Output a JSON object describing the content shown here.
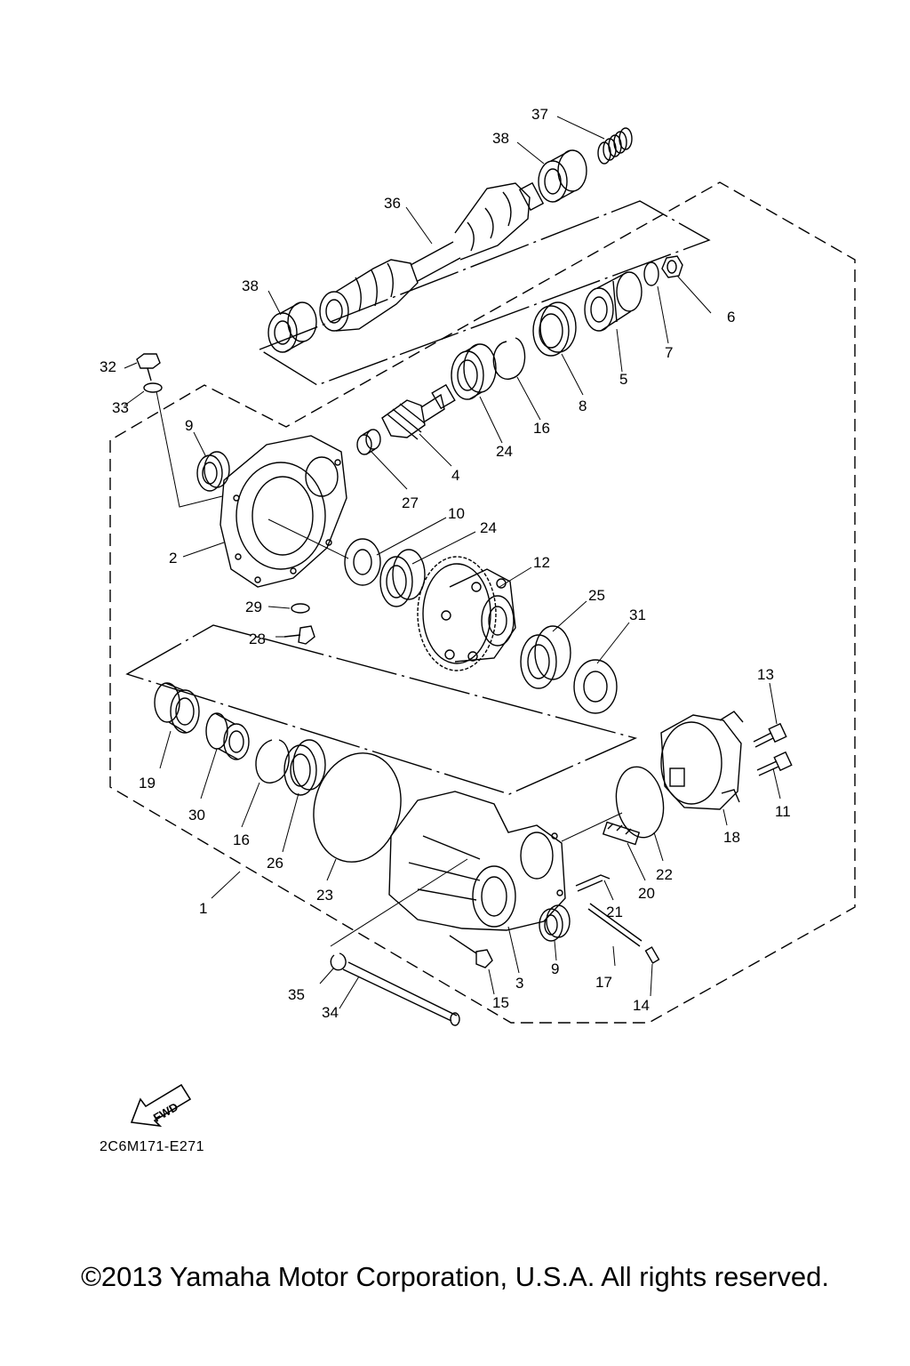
{
  "parts": [
    {
      "ref": "1"
    },
    {
      "ref": "2"
    },
    {
      "ref": "3"
    },
    {
      "ref": "4"
    },
    {
      "ref": "5"
    },
    {
      "ref": "6"
    },
    {
      "ref": "7"
    },
    {
      "ref": "8"
    },
    {
      "ref": "9"
    },
    {
      "ref": "9"
    },
    {
      "ref": "10"
    },
    {
      "ref": "11"
    },
    {
      "ref": "12"
    },
    {
      "ref": "13"
    },
    {
      "ref": "14"
    },
    {
      "ref": "15"
    },
    {
      "ref": "16"
    },
    {
      "ref": "16"
    },
    {
      "ref": "17"
    },
    {
      "ref": "18"
    },
    {
      "ref": "19"
    },
    {
      "ref": "20"
    },
    {
      "ref": "21"
    },
    {
      "ref": "22"
    },
    {
      "ref": "23"
    },
    {
      "ref": "24"
    },
    {
      "ref": "24"
    },
    {
      "ref": "25"
    },
    {
      "ref": "26"
    },
    {
      "ref": "27"
    },
    {
      "ref": "28"
    },
    {
      "ref": "29"
    },
    {
      "ref": "30"
    },
    {
      "ref": "31"
    },
    {
      "ref": "32"
    },
    {
      "ref": "33"
    },
    {
      "ref": "34"
    },
    {
      "ref": "35"
    },
    {
      "ref": "36"
    },
    {
      "ref": "37"
    },
    {
      "ref": "38"
    },
    {
      "ref": "38"
    }
  ],
  "direction_label": "FWD",
  "drawing_code": "2C6M171-E271",
  "copyright": "©2013 Yamaha Motor Corporation, U.S.A. All rights reserved.",
  "colors": {
    "line": "#000000",
    "background": "#ffffff"
  }
}
